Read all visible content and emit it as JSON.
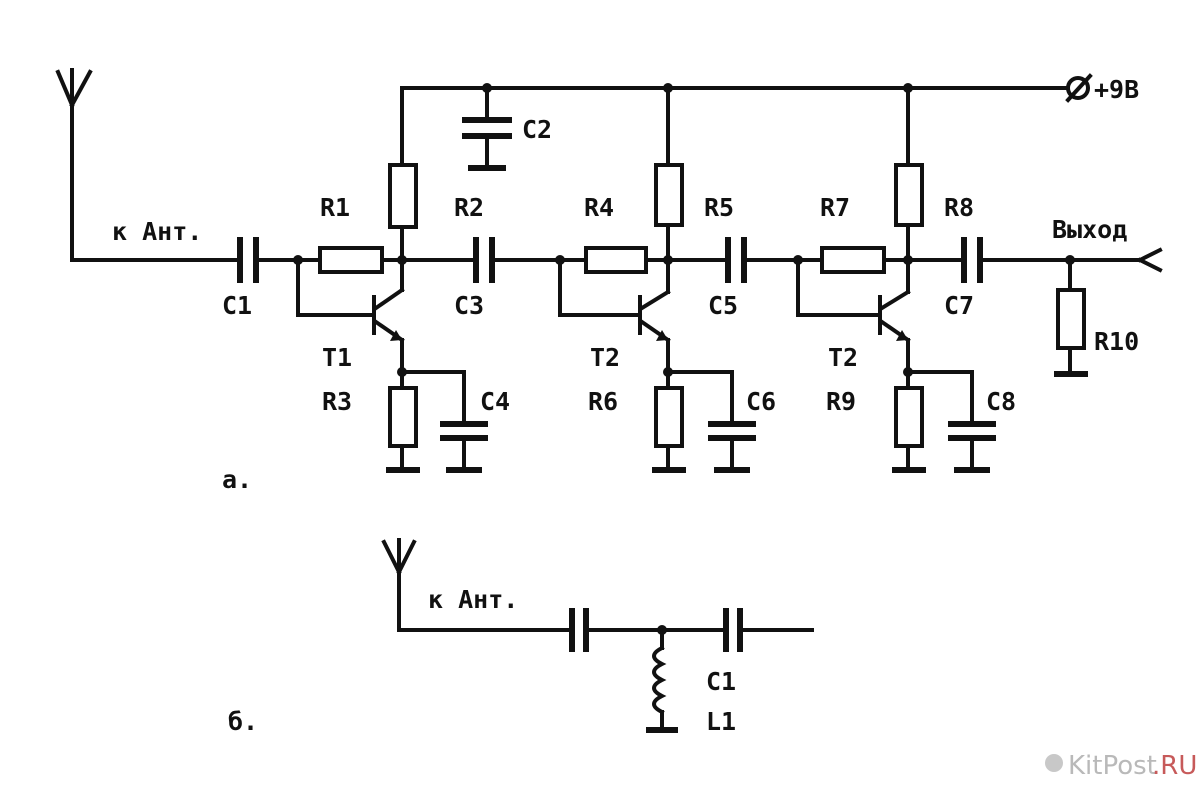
{
  "diagram_a": {
    "panel_label": "а.",
    "antenna_label": "к Ант.",
    "supply_label": "+9В",
    "output_label": "Выход",
    "resistors": [
      "R1",
      "R2",
      "R3",
      "R4",
      "R5",
      "R6",
      "R7",
      "R8",
      "R9",
      "R10"
    ],
    "capacitors": [
      "C1",
      "C2",
      "C3",
      "C4",
      "C5",
      "C6",
      "C7",
      "C8"
    ],
    "transistors": [
      "T1",
      "T2",
      "T2"
    ]
  },
  "diagram_b": {
    "panel_label": "б.",
    "antenna_label": "к Ант.",
    "capacitor": "C1",
    "inductor": "L1"
  },
  "watermark": {
    "logo_text": "KitPost",
    "logo_suffix": ".RU"
  }
}
